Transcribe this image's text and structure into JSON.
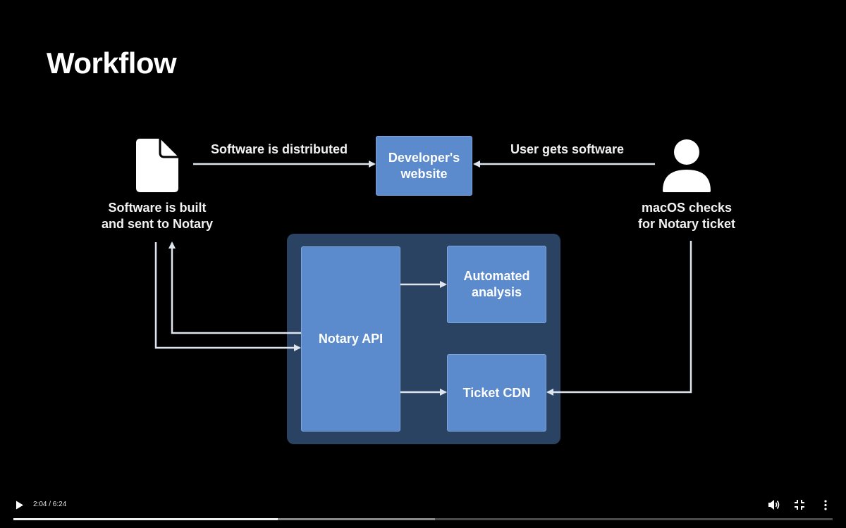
{
  "slide": {
    "title": "Workflow",
    "labels": {
      "software_built_line1": "Software is built",
      "software_built_line2": "and sent to Notary",
      "distributed": "Software is distributed",
      "user_gets": "User gets software",
      "macos_line1": "macOS checks",
      "macos_line2": "for Notary ticket"
    },
    "boxes": {
      "developer_line1": "Developer's",
      "developer_line2": "website",
      "notary_api": "Notary API",
      "automated_line1": "Automated",
      "automated_line2": "analysis",
      "ticket_cdn": "Ticket CDN"
    },
    "icons": {
      "document": "document-icon",
      "user": "person-icon"
    },
    "colors": {
      "box": "#5b8bcc",
      "panel": "#2a4363",
      "arrow": "#dfe5ee",
      "background": "#000000"
    }
  },
  "player": {
    "time": "2:04 / 6:24",
    "progress_fraction": 0.3229,
    "buffered_fraction": 0.515,
    "icons": {
      "play": "play-icon",
      "volume": "volume-icon",
      "exit_fullscreen": "exit-fullscreen-icon",
      "more": "more-vert-icon"
    }
  }
}
